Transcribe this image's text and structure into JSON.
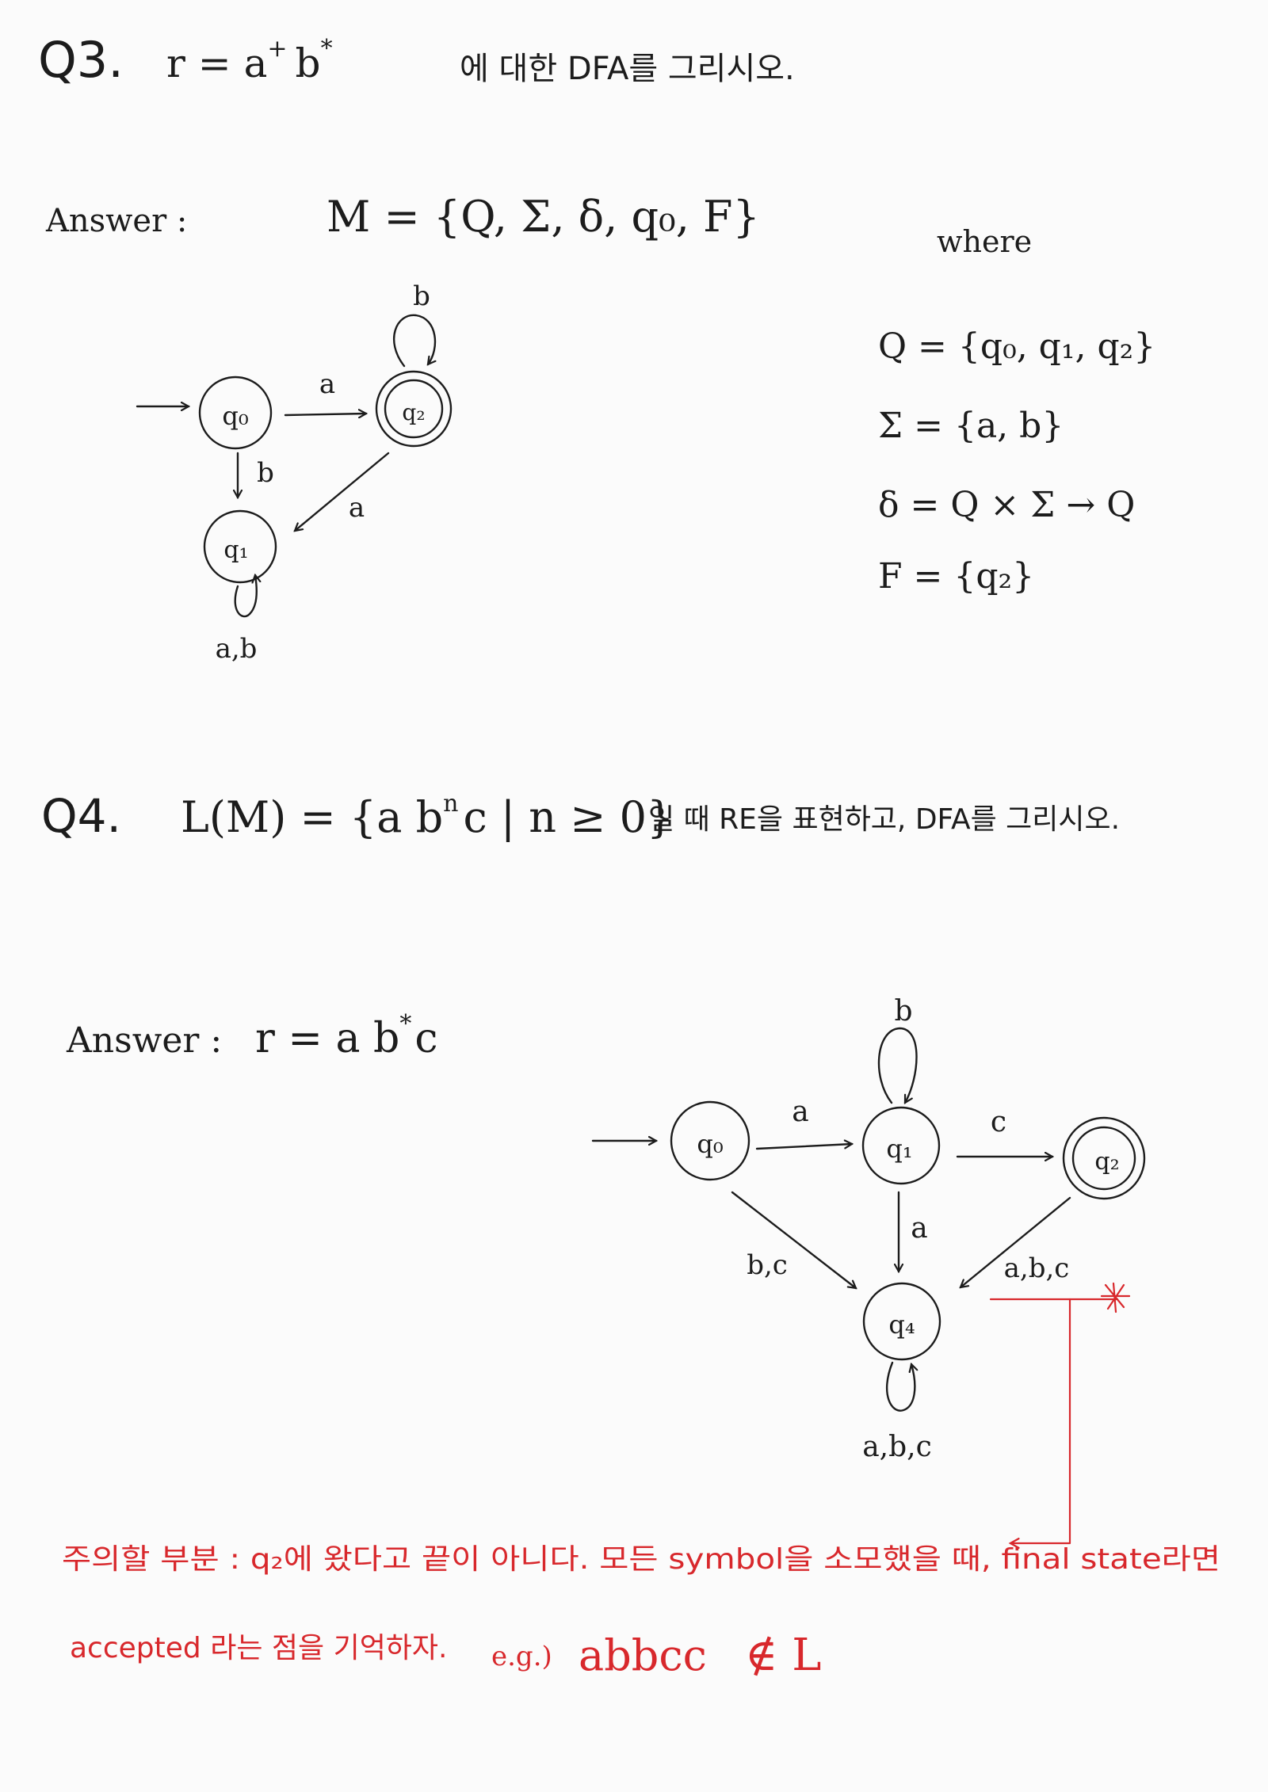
{
  "q3": {
    "heading": "Q3.",
    "expr_base_a": "r = a",
    "expr_sup_plus": "+",
    "expr_base_b": "b",
    "expr_sup_star": "*",
    "instruction": "에 대한 DFA를 그리시오.",
    "answer_label": "Answer :",
    "machine": "M = {Q, Σ, δ, q₀, F}",
    "where": "where",
    "def_Q": "Q = {q₀, q₁, q₂}",
    "def_Sigma": "Σ = {a, b}",
    "def_delta": "δ = Q × Σ → Q",
    "def_F": "F = {q₂}",
    "dfa": {
      "states": [
        "q₀",
        "q₂",
        "q₁"
      ],
      "labels": [
        "a",
        "b",
        "b",
        "a",
        "a,b"
      ]
    }
  },
  "q4": {
    "heading": "Q4.",
    "lang": "L(M) = {a b",
    "lang_sup_n": "n",
    "lang_rest": "c | n ≥ 0}",
    "instruction": "일 때 RE을 표현하고, DFA를 그리시오.",
    "answer_label": "Answer :",
    "re_base": "r = a b",
    "re_sup_star": "*",
    "re_tail": "c",
    "dfa": {
      "states": [
        "q₀",
        "q₁",
        "q₂",
        "q₄"
      ],
      "labels": [
        "a",
        "b",
        "c",
        "a",
        "b,c",
        "a,b,c",
        "a,b,c"
      ]
    }
  },
  "note": {
    "line1": "주의할 부분 : q₂에 왔다고 끝이 아니다. 모든 symbol을 소모했을 때, final state라면",
    "line2": "accepted 라는 점을 기억하자.",
    "example_prefix": "e.g.)",
    "example_string": "abbcc",
    "example_rel": "∉ L"
  },
  "colors": {
    "ink": "#1c1c1c",
    "annotation": "#d8282c",
    "paper": "#fbfbfb"
  }
}
